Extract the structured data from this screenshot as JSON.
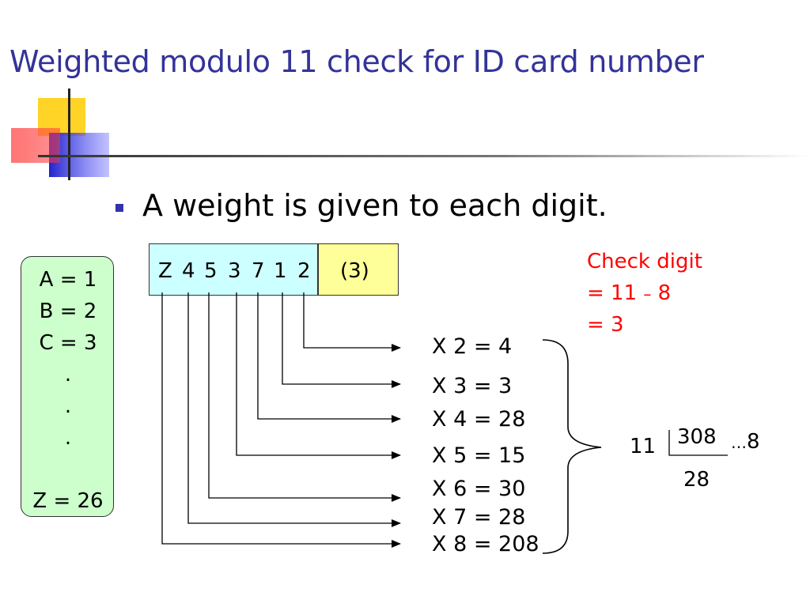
{
  "slide": {
    "title": "Weighted modulo 11 check for ID card number",
    "bullet": "A weight is given to each digit."
  },
  "legend": {
    "lines": [
      "A = 1",
      "B = 2",
      "C = 3",
      ".",
      ".",
      ".",
      "Z = 26"
    ]
  },
  "id_number": {
    "chars": [
      "Z",
      "4",
      "5",
      "3",
      "7",
      "1",
      "2"
    ],
    "check": "(3)"
  },
  "products": [
    {
      "label": "X 2 = 4"
    },
    {
      "label": "X 3 = 3"
    },
    {
      "label": "X 4 = 28"
    },
    {
      "label": "X 5 = 15"
    },
    {
      "label": "X 6 = 30"
    },
    {
      "label": "X 7 = 28"
    },
    {
      "label": "X 8 = 208"
    }
  ],
  "check_digit": {
    "line1": "Check digit",
    "line2_prefix": "= 11",
    "line2_op": "–",
    "line2_suffix": "8",
    "line3": "= 3"
  },
  "division": {
    "divisor": "11",
    "dividend": "308",
    "remainder_dots": "…",
    "remainder": "8",
    "subtracted": "28"
  },
  "colors": {
    "title": "#333399",
    "legend_bg": "#ccffcc",
    "id_bg": "#ccffff",
    "check_bg": "#ffff99",
    "check_text": "#ff0000"
  }
}
